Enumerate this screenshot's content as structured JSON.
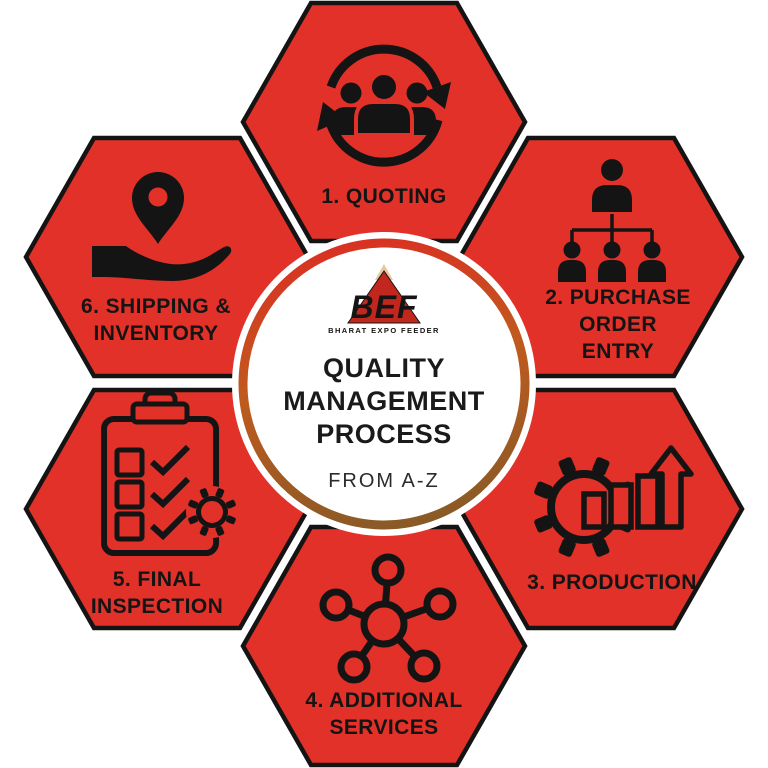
{
  "diagram_title": "QUALITY MANAGEMENT PROCESS",
  "center": {
    "logo": {
      "text": "BEF",
      "subtitle": "BHARAT EXPO FEEDER",
      "logo_icon": "mountain-triangle-logo"
    },
    "title_lines": [
      "QUALITY",
      "MANAGEMENT",
      "PROCESS"
    ],
    "tagline": "FROM A-Z"
  },
  "hexagons": [
    {
      "step": 1,
      "lines": [
        "1. QUOTING"
      ],
      "icon": "people-cycle-icon"
    },
    {
      "step": 2,
      "lines": [
        "2. PURCHASE",
        "ORDER",
        "ENTRY"
      ],
      "icon": "org-chart-icon"
    },
    {
      "step": 3,
      "lines": [
        "3. PRODUCTION"
      ],
      "icon": "gear-growth-chart-icon"
    },
    {
      "step": 4,
      "lines": [
        "4. ADDITIONAL",
        "SERVICES"
      ],
      "icon": "network-hub-icon"
    },
    {
      "step": 5,
      "lines": [
        "5. FINAL",
        "INSPECTION"
      ],
      "icon": "checklist-gear-icon"
    },
    {
      "step": 6,
      "lines": [
        "6. SHIPPING &",
        "INVENTORY"
      ],
      "icon": "hand-location-pin-icon"
    }
  ],
  "colors": {
    "hexagon_red": "#E23128",
    "outline_black": "#141414",
    "ring_gradient_top": "#D93122",
    "ring_gradient_mid": "#C05A1E",
    "ring_gradient_bottom": "#8A5A26",
    "logo_red": "#C2271E",
    "logo_tan": "#E8C79D",
    "background": "#FFFFFF"
  }
}
